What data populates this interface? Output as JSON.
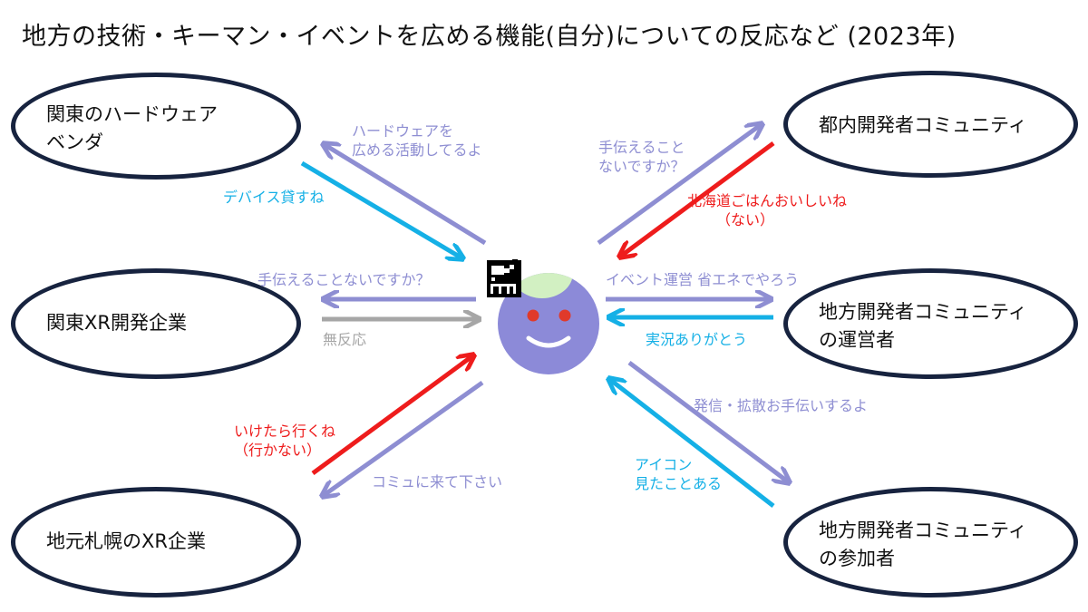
{
  "title": "地方の技術・キーマン・イベントを広める機能(自分)についての反応など (2023年)",
  "colors": {
    "node_border": "#17233f",
    "arrow_lavender": "#8e8ed2",
    "arrow_cyan": "#15b0e6",
    "arrow_red": "#ee1c1c",
    "arrow_gray": "#a6a6a6",
    "face": "#8c8ad8",
    "face_cap": "#d2f0c2",
    "face_eyes": "#e03a2a"
  },
  "center": {
    "logo_icon": "pixel-robot-logo-icon",
    "face_icon": "smiley-face-icon"
  },
  "nodes": {
    "kanto_hardware": {
      "line1": "関東のハードウェア",
      "line2": "ベンダ"
    },
    "kanto_xr": {
      "line1": "関東XR開発企業"
    },
    "sapporo_xr": {
      "line1": "地元札幌のXR企業"
    },
    "tokyo_community": {
      "line1": "都内開発者コミュニティ"
    },
    "local_organizer": {
      "line1": "地方開発者コミュニティ",
      "line2": "の運営者"
    },
    "local_participant": {
      "line1": "地方開発者コミュニティ",
      "line2": "の参加者"
    }
  },
  "labels": {
    "hw_out_1": "ハードウェアを",
    "hw_out_2": "広める活動してるよ",
    "hw_in": "デバイス貸すね",
    "xr_out": "手伝えることないですか？",
    "xr_in": "無反応",
    "sapporo_in_1": "いけたら行くね",
    "sapporo_in_2": "（行かない）",
    "sapporo_out": "コミュに来て下さい",
    "tokyo_out_1": "手伝えること",
    "tokyo_out_2": "ないですか？",
    "tokyo_in_1": "北海道ごはんおいしいね",
    "tokyo_in_2": "（ない）",
    "organizer_out": "イベント運営 省エネでやろう",
    "organizer_in": "実況ありがとう",
    "participant_out": "発信・拡散お手伝いするよ",
    "participant_in_1": "アイコン",
    "participant_in_2": "見たことある"
  }
}
